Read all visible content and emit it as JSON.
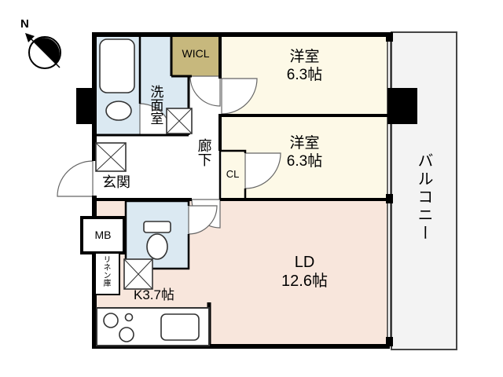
{
  "compass": {
    "north_label": "N"
  },
  "rooms": {
    "wicl": {
      "label": "WICL"
    },
    "bedroom_top": {
      "name": "洋室",
      "size": "6.3帖"
    },
    "bedroom_middle": {
      "name": "洋室",
      "size": "6.3帖"
    },
    "balcony": {
      "label": "バルコニー"
    },
    "washroom": {
      "label": "洗面室"
    },
    "corridor": {
      "label": "廊下"
    },
    "closet": {
      "label": "CL"
    },
    "entrance": {
      "label": "玄関"
    },
    "meter_box": {
      "label": "MB"
    },
    "linen_closet": {
      "label": "リネン庫"
    },
    "kitchen": {
      "label": "K3.7帖"
    },
    "living_dining": {
      "name": "LD",
      "size": "12.6帖"
    }
  },
  "colors": {
    "bedroom_fill": "#fdf9e7",
    "ldk_fill": "#f8e6dc",
    "wet_area_fill": "#dbe9f2",
    "wicl_fill": "#c7b87d",
    "balcony_fill": "#f3f3f3",
    "wall": "#000000"
  }
}
